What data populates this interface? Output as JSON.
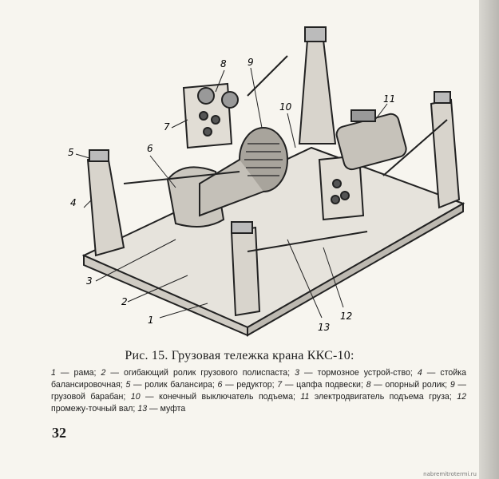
{
  "figure": {
    "callouts": [
      "1",
      "2",
      "3",
      "4",
      "5",
      "6",
      "7",
      "8",
      "9",
      "10",
      "11",
      "12",
      "13"
    ]
  },
  "caption": {
    "title": "Рис. 15. Грузовая тележка крана ККС-10:",
    "legend": [
      {
        "num": "1",
        "text": "— рама;"
      },
      {
        "num": "2",
        "text": "— огибающий ролик грузового полиспаста;"
      },
      {
        "num": "3",
        "text": "— тормозное устрой-ство;"
      },
      {
        "num": "4",
        "text": "— стойка балансировочная;"
      },
      {
        "num": "5",
        "text": "— ролик балансира;"
      },
      {
        "num": "6",
        "text": "— редуктор;"
      },
      {
        "num": "7",
        "text": "— цапфа подвески;"
      },
      {
        "num": "8",
        "text": "— опорный ролик;"
      },
      {
        "num": "9",
        "text": "— грузовой барабан;"
      },
      {
        "num": "10",
        "text": "— конечный выключатель подъема;"
      },
      {
        "num": "11",
        "text": "электродвигатель подъема груза;"
      },
      {
        "num": "12",
        "text": "промежу-точный вал;"
      },
      {
        "num": "13",
        "text": "— муфта"
      }
    ]
  },
  "page_number": "32",
  "watermark": "nabremitrotermi.ru"
}
